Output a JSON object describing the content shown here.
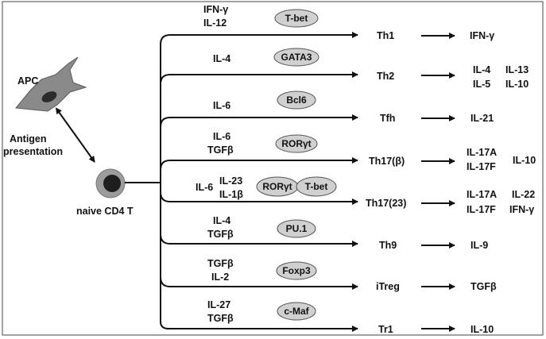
{
  "apc": {
    "label": "APC",
    "interaction_label_1": "Antigen",
    "interaction_label_2": "presentation"
  },
  "naive": {
    "label": "naive CD4 T"
  },
  "branches": [
    {
      "cytokines": [
        "IFN-γ",
        "IL-12"
      ],
      "factors": [
        "T-bet"
      ],
      "subset": "Th1",
      "products": [
        "IFN-γ"
      ]
    },
    {
      "cytokines": [
        "IL-4"
      ],
      "factors": [
        "GATA3"
      ],
      "subset": "Th2",
      "products": [
        "IL-4",
        "IL-5",
        "IL-13",
        "IL-10"
      ]
    },
    {
      "cytokines": [
        "IL-6"
      ],
      "factors": [
        "Bcl6"
      ],
      "subset": "Tfh",
      "products": [
        "IL-21"
      ]
    },
    {
      "cytokines": [
        "IL-6",
        "TGFβ"
      ],
      "factors": [
        "RORγt"
      ],
      "subset": "Th17(β)",
      "products": [
        "IL-17A",
        "IL-17F",
        "IL-10"
      ]
    },
    {
      "cytokines": [
        "IL-6",
        "IL-23",
        "IL-1β"
      ],
      "factors": [
        "RORγt",
        "T-bet"
      ],
      "subset": "Th17(23)",
      "products": [
        "IL-17A",
        "IL-17F",
        "IL-22",
        "IFN-γ"
      ]
    },
    {
      "cytokines": [
        "IL-4",
        "TGFβ"
      ],
      "factors": [
        "PU.1"
      ],
      "subset": "Th9",
      "products": [
        "IL-9"
      ]
    },
    {
      "cytokines": [
        "TGFβ",
        "IL-2"
      ],
      "factors": [
        "Foxp3"
      ],
      "subset": "iTreg",
      "products": [
        "TGFβ"
      ]
    },
    {
      "cytokines": [
        "IL-27",
        "TGFβ"
      ],
      "factors": [
        "c-Maf"
      ],
      "subset": "Tr1",
      "products": [
        "IL-10"
      ]
    }
  ]
}
